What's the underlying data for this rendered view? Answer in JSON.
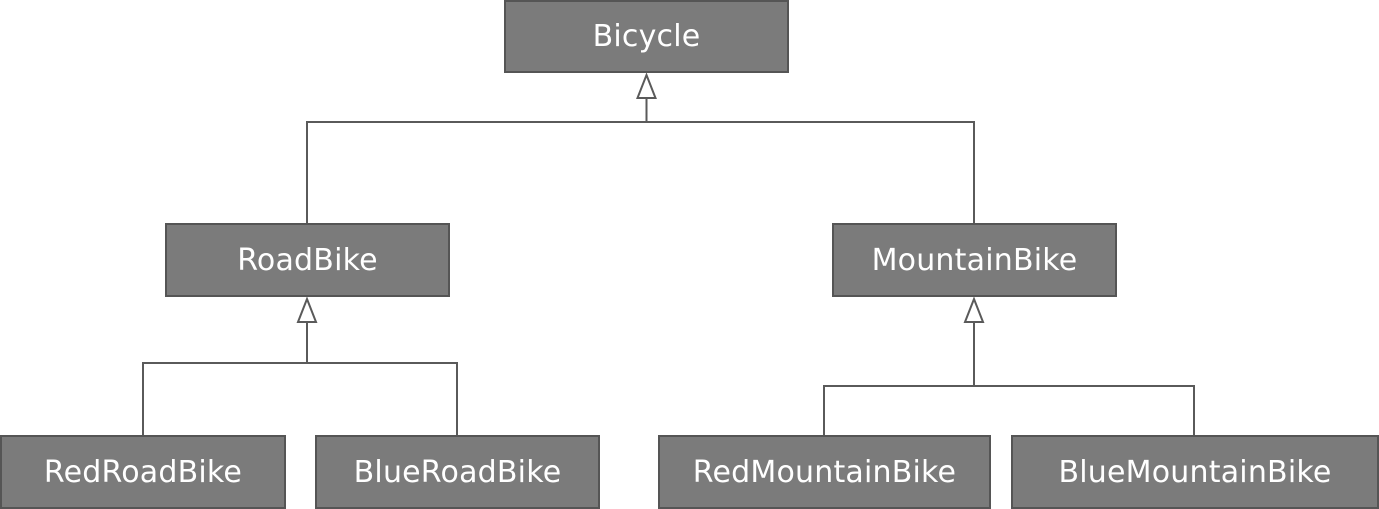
{
  "diagram": {
    "classes": {
      "bicycle": "Bicycle",
      "road_bike": "RoadBike",
      "mountain_bike": "MountainBike",
      "red_road_bike": "RedRoadBike",
      "blue_road_bike": "BlueRoadBike",
      "red_mountain_bike": "RedMountainBike",
      "blue_mountain_bike": "BlueMountainBike"
    },
    "relationships": [
      {
        "type": "inheritance",
        "child": "RoadBike",
        "parent": "Bicycle"
      },
      {
        "type": "inheritance",
        "child": "MountainBike",
        "parent": "Bicycle"
      },
      {
        "type": "inheritance",
        "child": "RedRoadBike",
        "parent": "RoadBike"
      },
      {
        "type": "inheritance",
        "child": "BlueRoadBike",
        "parent": "RoadBike"
      },
      {
        "type": "inheritance",
        "child": "RedMountainBike",
        "parent": "MountainBike"
      },
      {
        "type": "inheritance",
        "child": "BlueMountainBike",
        "parent": "MountainBike"
      }
    ],
    "colors": {
      "box_fill": "#7b7b7b",
      "box_border": "#555555",
      "text": "#ffffff",
      "connector": "#5a5a5a",
      "background": "#ffffff"
    }
  }
}
